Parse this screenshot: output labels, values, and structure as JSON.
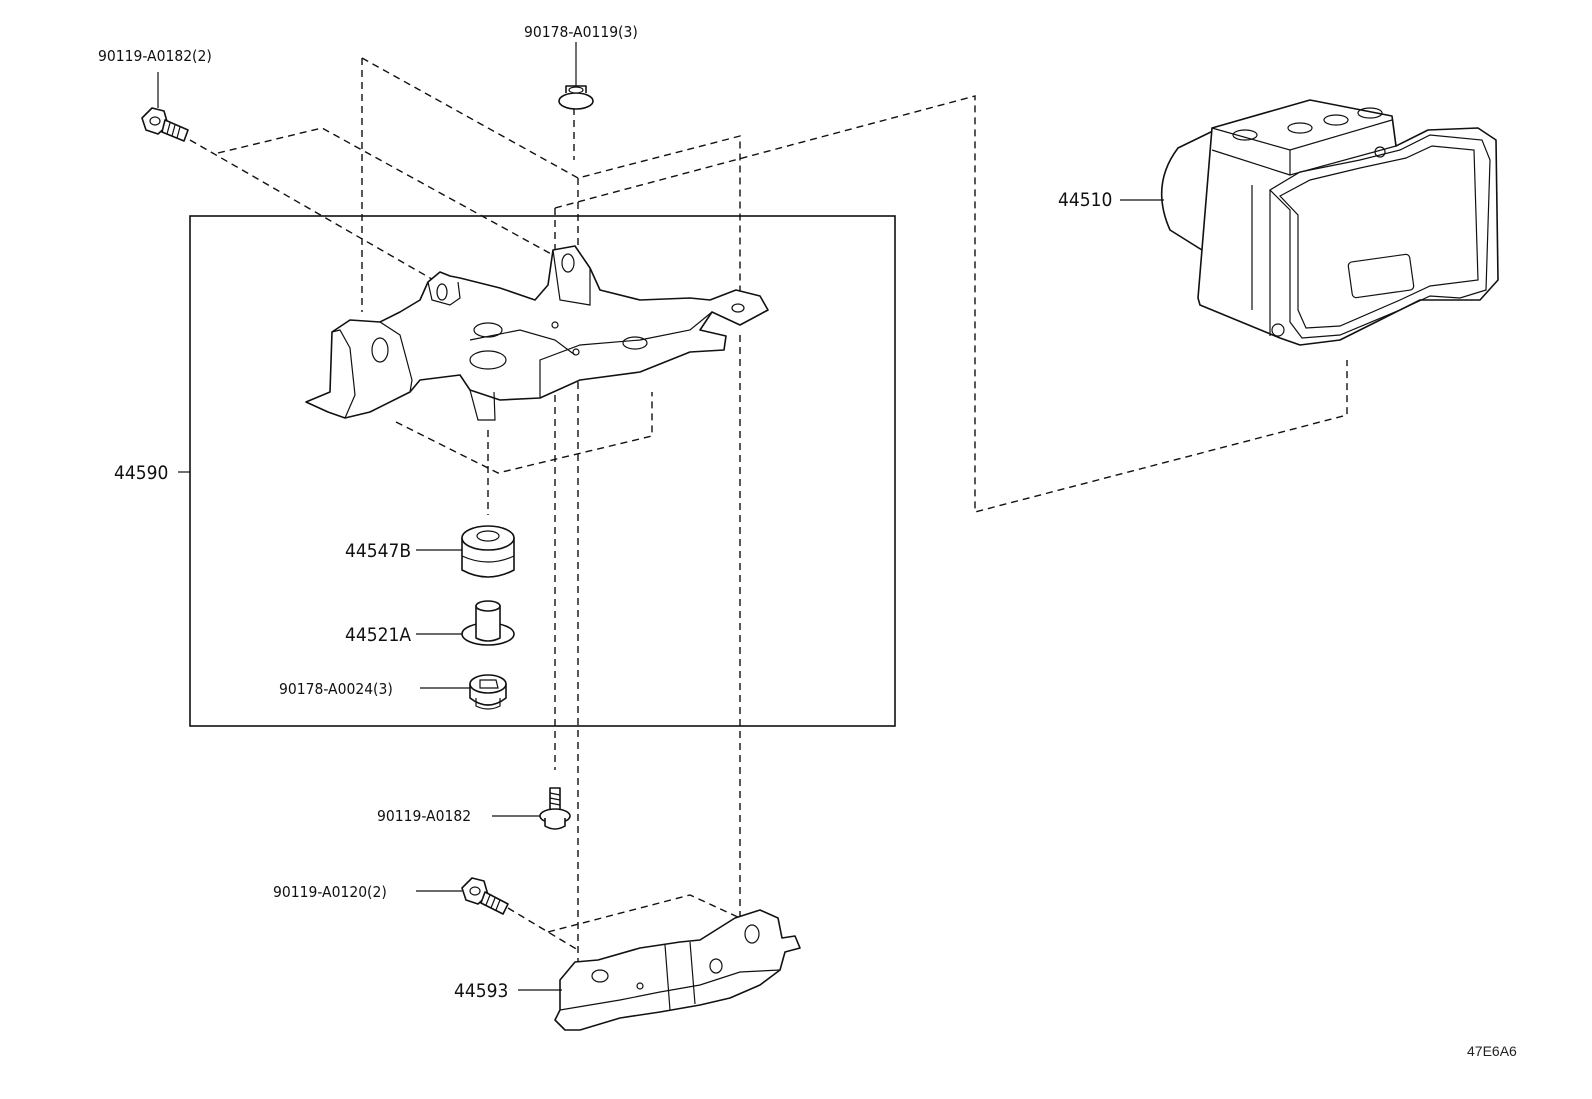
{
  "labels": {
    "bolt_top": "90119-A0182(2)",
    "nut_top": "90178-A0119(3)",
    "actuator": "44510",
    "bracket_assembly": "44590",
    "cushion": "44547B",
    "collar": "44521A",
    "nut_lower": "90178-A0024(3)",
    "bolt_single": "90119-A0182",
    "bolt_lower": "90119-A0120(2)",
    "lower_bracket": "44593"
  },
  "diagram_code": "47E6A6"
}
